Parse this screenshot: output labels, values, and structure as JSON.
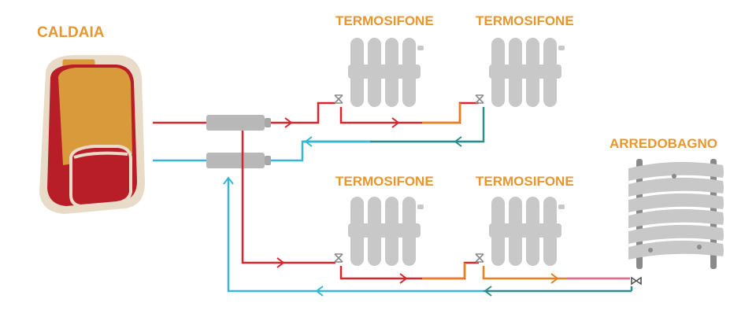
{
  "labels": {
    "boiler": "CALDAIA",
    "radiator_top_1": "TERMOSIFONE",
    "radiator_top_2": "TERMOSIFONE",
    "radiator_bottom_1": "TERMOSIFONE",
    "radiator_bottom_2": "TERMOSIFONE",
    "towel_rail": "ARREDOBAGNO"
  },
  "icons": {
    "boiler": "boiler-icon",
    "manifold": "manifold-icon",
    "radiator": "radiator-icon",
    "valve": "valve-icon",
    "towel_rail": "towel-rail-icon",
    "flow_arrow": "arrow-icon"
  },
  "colors": {
    "label": "#E8962E",
    "hot_pipe": "#D8262F",
    "warm_pipe": "#E8801E",
    "cold_pipe": "#35B8D6",
    "return_pipe": "#2E8C8C",
    "mixed_pipe": "#E06A9A",
    "radiator": "#C8C8C8",
    "boiler_body": "#D89A3A",
    "boiler_red": "#B81E28"
  }
}
